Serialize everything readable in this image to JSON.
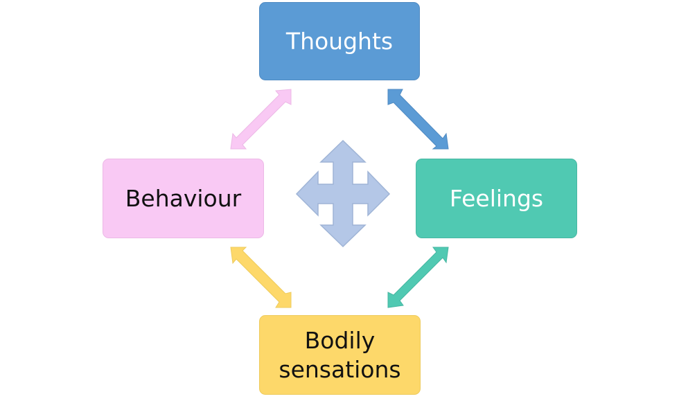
{
  "diagram": {
    "nodes": {
      "thoughts": {
        "label": "Thoughts"
      },
      "feelings": {
        "label": "Feelings"
      },
      "behaviour": {
        "label": "Behaviour"
      },
      "bodily_sensations": {
        "label_line1": "Bodily",
        "label_line2": "sensations"
      }
    },
    "colors": {
      "thoughts": "#5b9bd5",
      "feelings": "#50c9b2",
      "behaviour": "#f9c9f4",
      "bodily_sensations": "#fdd86a",
      "center_arrow": "#b4c7e7"
    },
    "connections": [
      {
        "from": "thoughts",
        "to": "feelings",
        "type": "double-arrow"
      },
      {
        "from": "feelings",
        "to": "bodily_sensations",
        "type": "double-arrow"
      },
      {
        "from": "bodily_sensations",
        "to": "behaviour",
        "type": "double-arrow"
      },
      {
        "from": "behaviour",
        "to": "thoughts",
        "type": "double-arrow"
      }
    ],
    "center_icon": "four-way-arrow-icon"
  }
}
